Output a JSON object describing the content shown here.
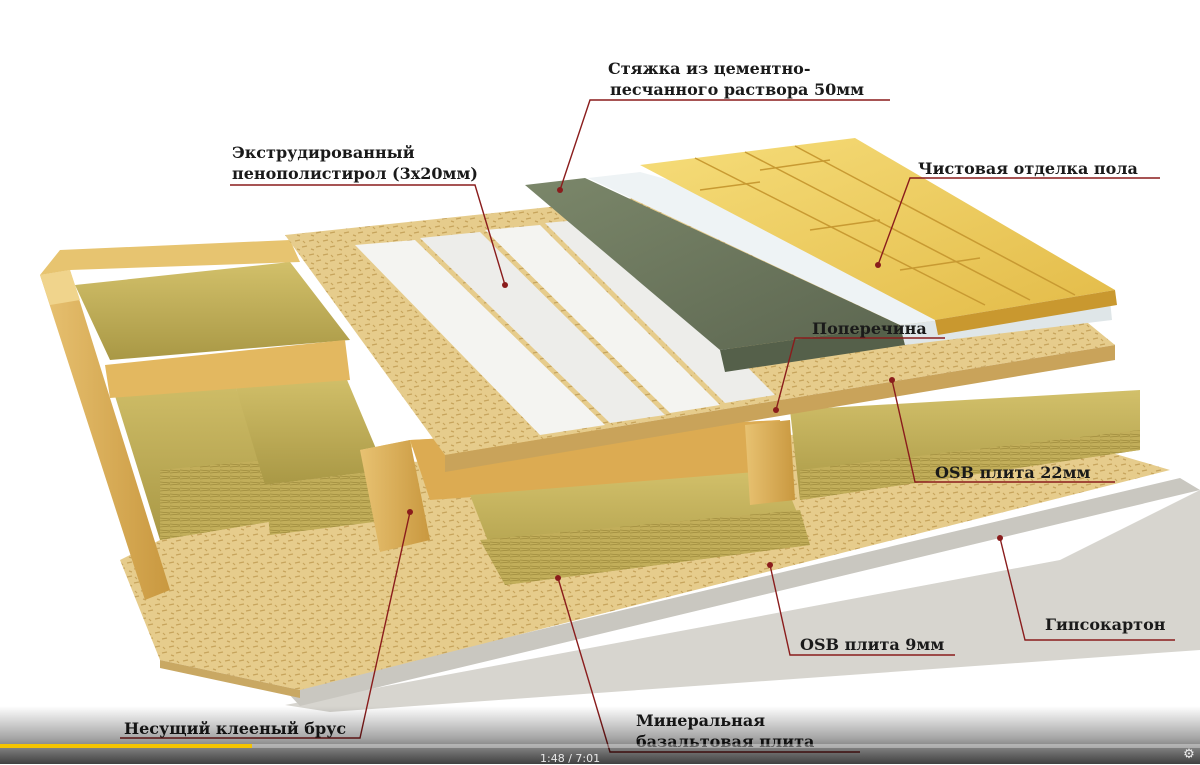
{
  "labels": {
    "screed": [
      "Стяжка из цементно-",
      "песчанного раствора 50мм"
    ],
    "xps": [
      "Экструдированный",
      "пенополистирол (3x20мм)"
    ],
    "finish": "Чистовая отделка пола",
    "crossbar": "Поперечина",
    "osb22": "OSB плита 22мм",
    "drywall": "Гипсокартон",
    "osb9": "OSB плита 9мм",
    "beam": "Несущий клееный брус",
    "mineral": [
      "Минеральная",
      "базальтовая плита"
    ]
  },
  "video": {
    "time": "1:48 / 7:01",
    "progress": 0.21
  },
  "colors": {
    "leader": "#8a1c1c",
    "wood": "#e9c56e",
    "wood_dark": "#c9983f",
    "osb": "#e3c784",
    "insulation": "#c8b45a",
    "xps": "#f2f2ee",
    "screed": "#6f7a5e",
    "drywall": "#d8d6d0",
    "parquet": "#f0cf5e"
  }
}
